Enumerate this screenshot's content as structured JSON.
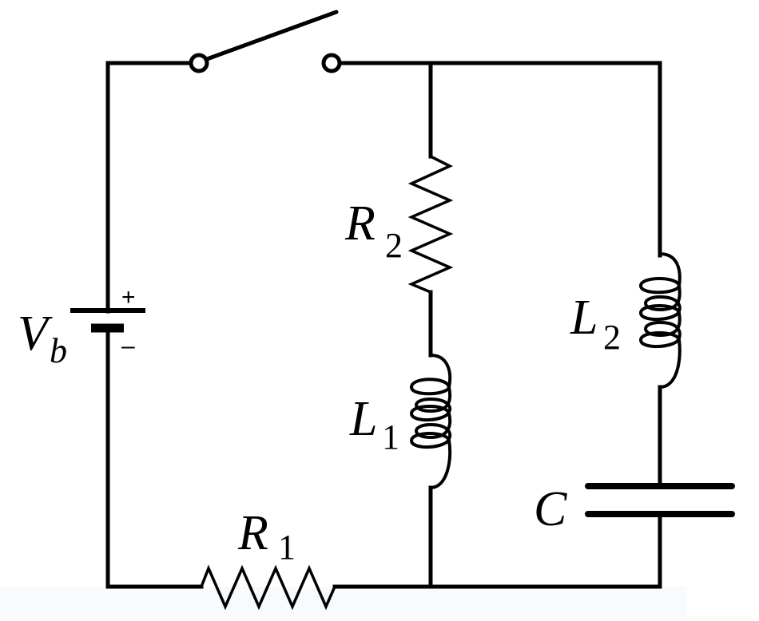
{
  "title": "RLC circuit with switch, battery, two resistors, two inductors and a capacitor",
  "components": {
    "battery": {
      "label": "V",
      "subscript": "b",
      "plus": "+",
      "minus": "–"
    },
    "switch": {
      "state": "open"
    },
    "r1": {
      "label": "R",
      "subscript": "1"
    },
    "r2": {
      "label": "R",
      "subscript": "2"
    },
    "l1": {
      "label": "L",
      "subscript": "1"
    },
    "l2": {
      "label": "L",
      "subscript": "2"
    },
    "c": {
      "label": "C"
    }
  },
  "colors": {
    "line": "#000000",
    "background": "#ffffff",
    "band": "#f7fbfe"
  }
}
